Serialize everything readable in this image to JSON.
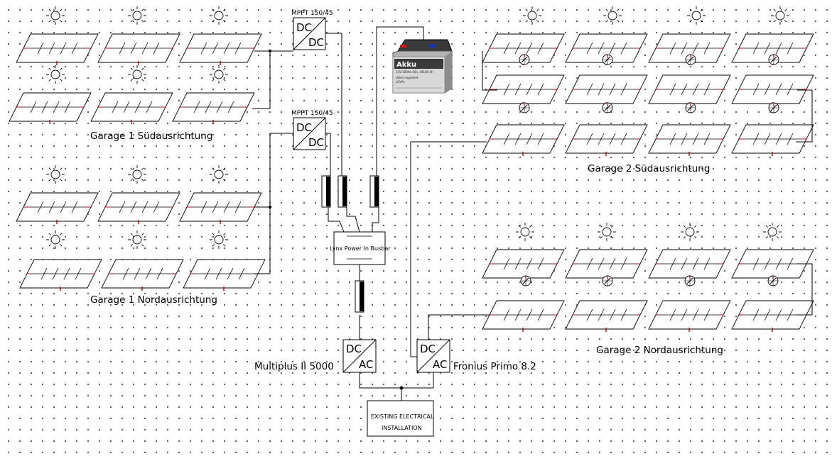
{
  "labels": {
    "garage1_sued": "Garage 1 Südausrichtung",
    "garage1_nord": "Garage 1 Nordausrichtung",
    "garage2_sued": "Garage 2 Südausrichtung",
    "garage2_nord": "Garage 2 Nordausrichtung"
  },
  "mppt_top": {
    "title": "MPPT 150/45",
    "dc_in": "DC",
    "dc_out": "DC"
  },
  "mppt_bottom": {
    "title": "MPPT 150/45",
    "dc_in": "DC",
    "dc_out": "DC"
  },
  "battery": {
    "name": "Akku",
    "spec_line1": "12V 200Ah 45h, 44100 Ah",
    "spec_line2": "Valve regulated",
    "spec_line3": "LiFePo"
  },
  "busbar": {
    "label": "Lynx Power In Busbar"
  },
  "multiplus": {
    "name": "Multiplus II 5000",
    "dc": "DC",
    "ac": "AC"
  },
  "fronius": {
    "name": "Fronius Primo 8.2",
    "dc": "DC",
    "ac": "AC"
  },
  "installation": {
    "line1": "EXISTING ELECTRICAL",
    "line2": "INSTALLATION"
  },
  "colors": {
    "line": "#000000",
    "accent": "#cc0000",
    "battery_red": "#e01010",
    "battery_blue": "#1030d0"
  },
  "icons": [
    "sun-icon",
    "pv-panel-icon",
    "fuse-icon",
    "converter-icon",
    "battery-icon",
    "shade-icon"
  ]
}
